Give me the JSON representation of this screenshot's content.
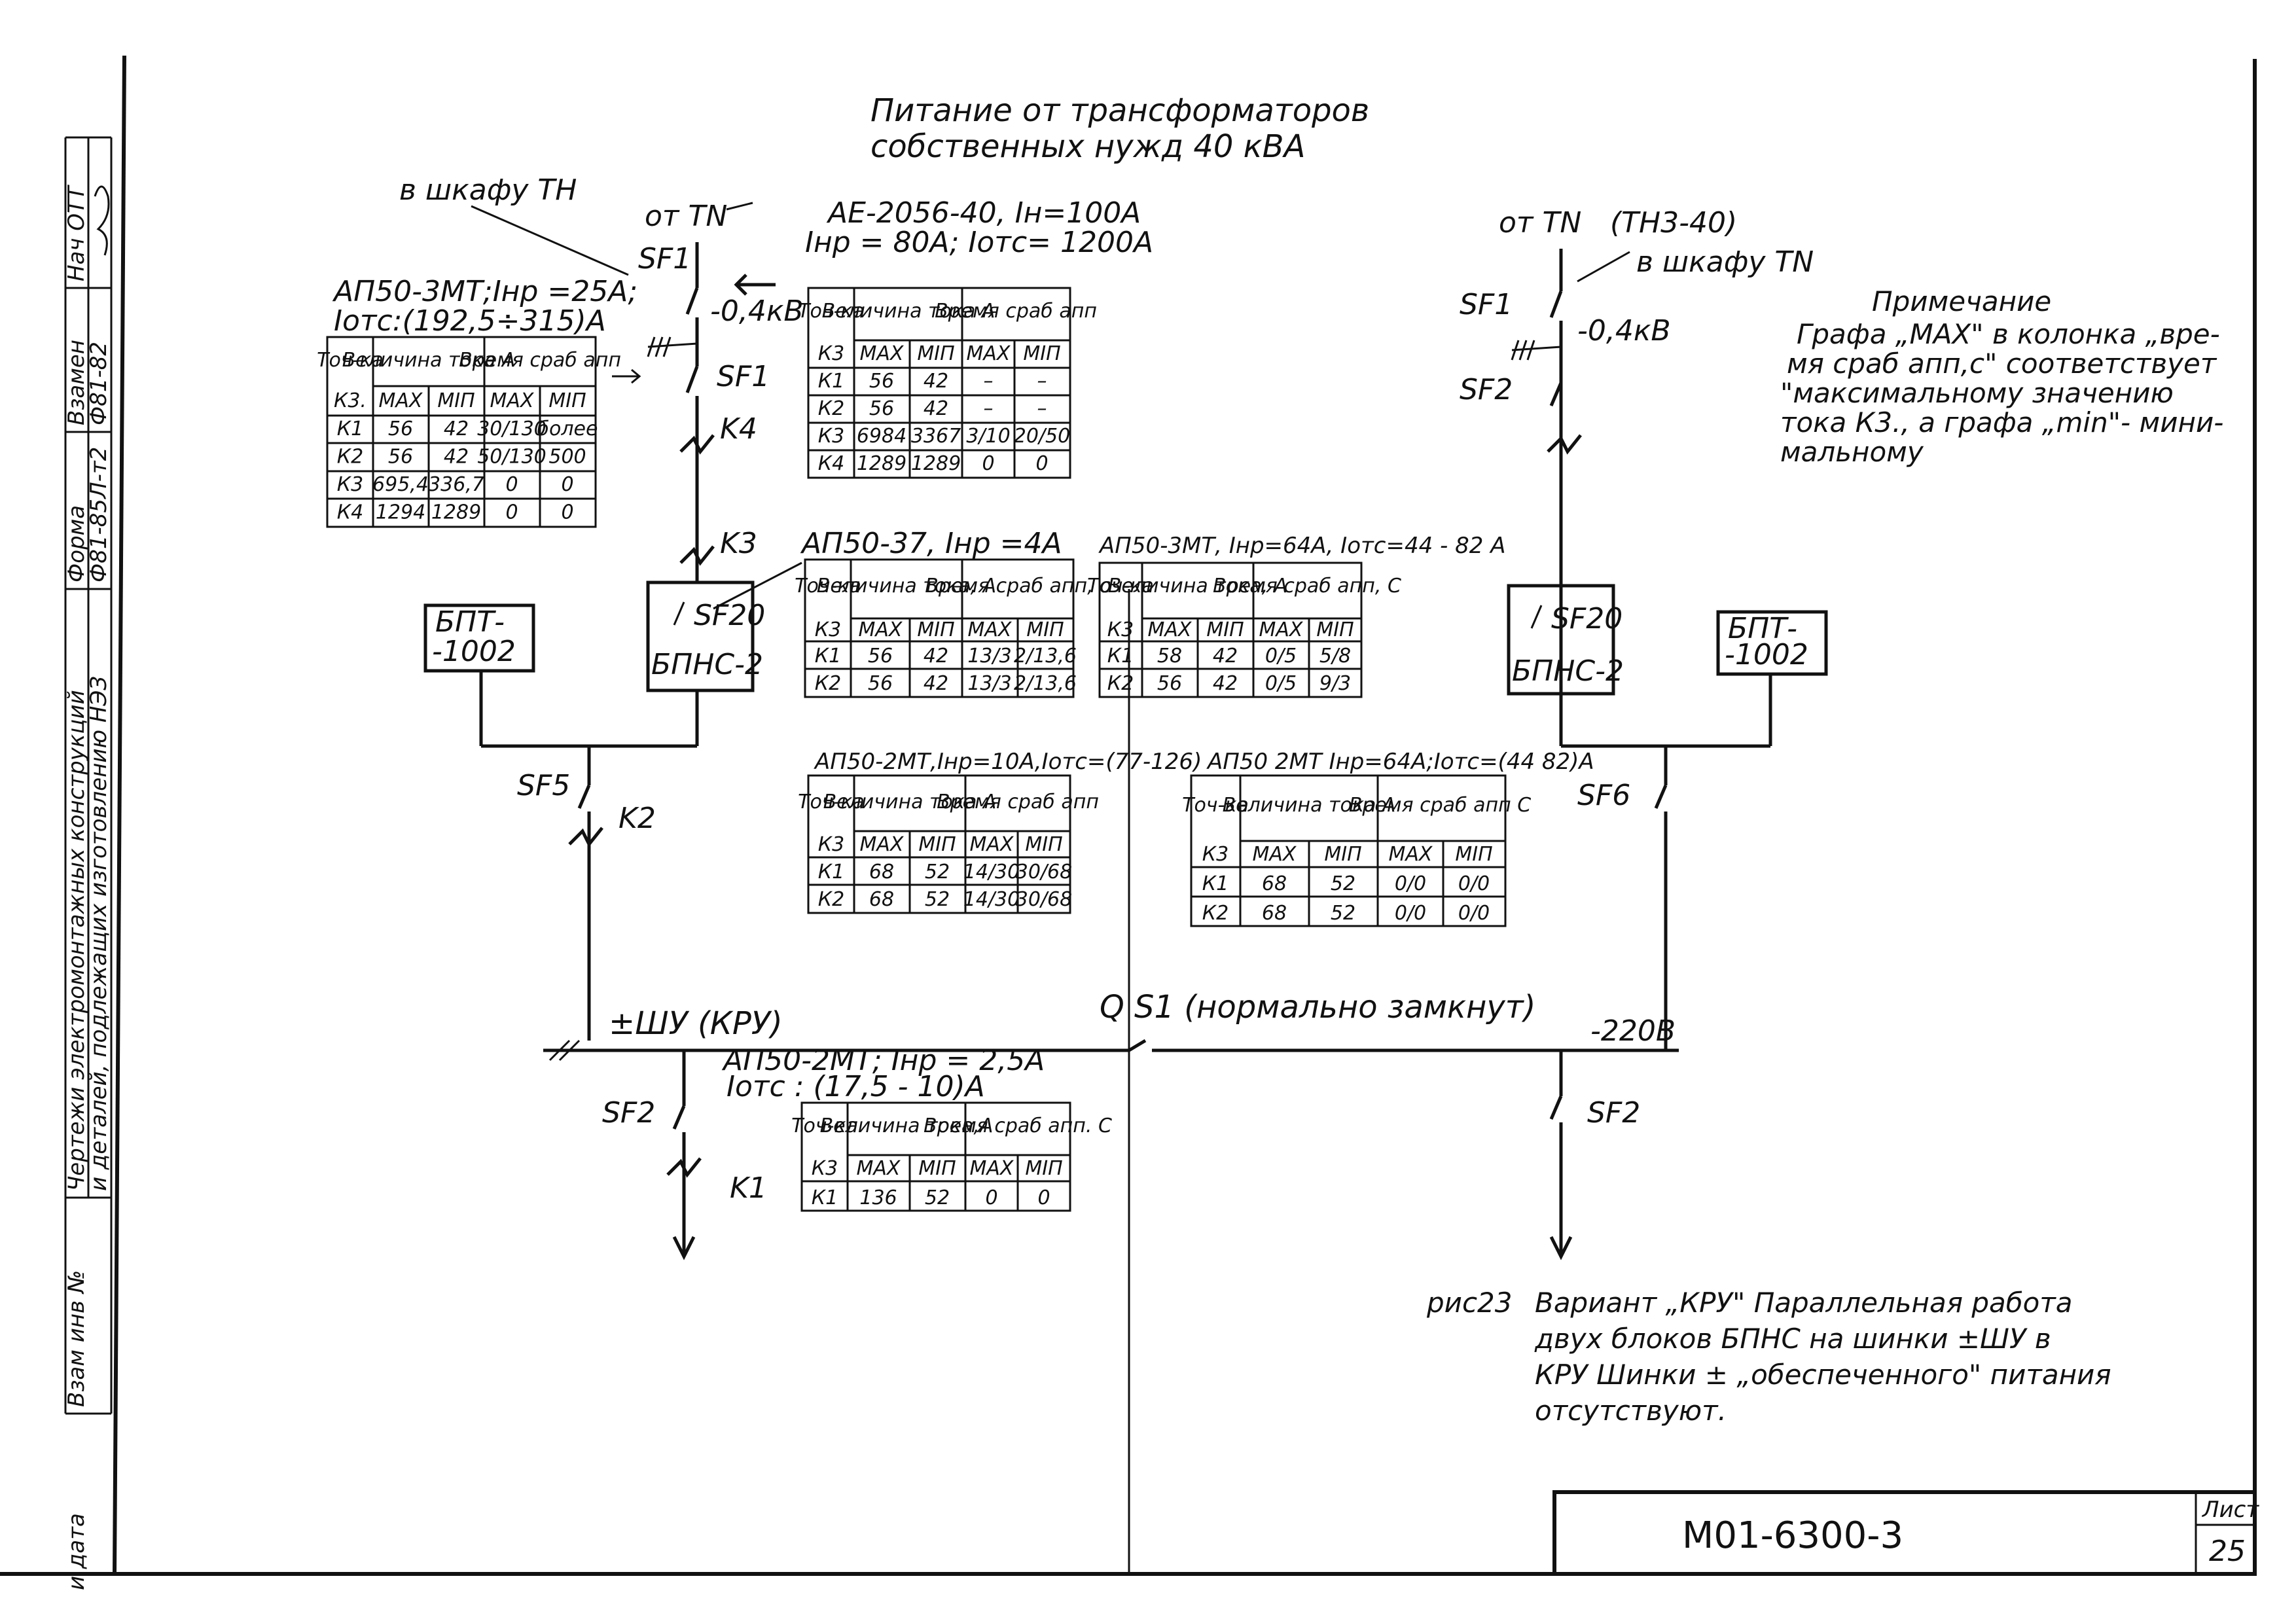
{
  "title": {
    "line1": "Питание  от трансформаторов",
    "line2": "собственных нужд 40 кВА"
  },
  "side_stamp": {
    "hov_ott": "Нач ОТТ",
    "vzamen_label": "Взамен",
    "vzamen_value": "Ф81-82",
    "forma_label": "Форма",
    "forma_value": "Ф81-85Л-т2",
    "desc1": "Чертежи электромонтажных конструкций",
    "desc2": "и деталей, подлежащих изготовлению НЭЗ",
    "vzam_inv": "Взам инв №",
    "podp_data": "и дата"
  },
  "left_branch": {
    "v_shkafu_label": "в шкафу ТН",
    "ot_tn": "от TN",
    "sf1_upper": "SF1",
    "voltage": "-0,4кВ",
    "sf1_lower": "SF1",
    "k4": "K4",
    "k3": "K3",
    "sf20": "SF20",
    "bpnc": "БПНС-2",
    "bpt": "БПТ-\n-1002",
    "bpt_line1": "БПТ-",
    "bpt_line2": "-1002",
    "sf5": "SF5",
    "k2": "K2",
    "sf2": "SF2",
    "k1": "K1"
  },
  "right_branch": {
    "ot_tn": "от TN",
    "th_label": "(ТН3-40)",
    "v_shkafu": "в шкафу TN",
    "sf1": "SF1",
    "voltage": "-0,4кВ",
    "sf2": "SF2",
    "sf20": "SF20",
    "bpnc": "БПНС-2",
    "bpt_line1": "БПТ-",
    "bpt_line2": "-1002",
    "sf6": "SF6",
    "bus": "-220В",
    "sf2_lower": "SF2"
  },
  "bus": {
    "left_label": "±ШУ (КРУ)",
    "qs_label": "Q S1 (нормально замкнут)"
  },
  "captions": {
    "ae": "АЕ-2056-40, Iн=100А",
    "ae2": "Iнр = 80А; Iотс= 1200А",
    "ap50_3mt_left": "АП50-3МТ;Iнр =25А;",
    "ap50_3mt_left2": "Iотс:(192,5÷315)А",
    "ap50_37": "АП50-37, Iнр =4А",
    "ap50_3mt_right": "АП50-3МТ, Iнр=64А, Iотс=44 - 82 А",
    "ap50_2mt_mid": "АП50-2МТ,Iнр=10А,Iотс=(77-126)",
    "ap50_2mt_right": "АП50 2МТ Iнр=64А;Iотс=(44 82)А",
    "ap50_2mt_bottom": "АП50-2МТ; Iнр = 2,5А",
    "ap50_2mt_bottom2": "Iотс : (17,5 - 10)А"
  },
  "tables": {
    "t1": {
      "h1": "Точ-ка",
      "h2": "Величина тока А",
      "h3": "Время сраб апп",
      "k3": "К3.",
      "max": "МАХ",
      "min": "МIП",
      "rows": [
        [
          "К1",
          "56",
          "42",
          "30/130",
          "более"
        ],
        [
          "К2",
          "56",
          "42",
          "50/130",
          "500"
        ],
        [
          "К3",
          "695,4",
          "336,7",
          "0",
          "0"
        ],
        [
          "К4",
          "1294",
          "1289",
          "0",
          "0"
        ]
      ]
    },
    "t2": {
      "h1": "Точ-ка",
      "h2": "Величина тока А",
      "h3": "Время сраб апп",
      "k3": "К3",
      "max": "МАХ",
      "min": "МIП",
      "rows": [
        [
          "К1",
          "56",
          "42",
          "–",
          "–"
        ],
        [
          "К2",
          "56",
          "42",
          "–",
          "–"
        ],
        [
          "К3",
          "6984",
          "3367",
          "3/10",
          "20/50"
        ],
        [
          "К4",
          "1289",
          "1289",
          "0",
          "0"
        ]
      ]
    },
    "t3": {
      "h1": "Точ-ка",
      "h2": "Величина тока, А",
      "h3": "Время сраб апп, с",
      "k3": "К3",
      "max": "МАХ",
      "min": "МIП",
      "rows": [
        [
          "К1",
          "56",
          "42",
          "13/3",
          "2/13,6"
        ],
        [
          "К2",
          "56",
          "42",
          "13/3",
          "2/13,6"
        ]
      ]
    },
    "t4": {
      "h1": "Точ-ка",
      "h2": "Величина тока, А",
      "h3": "Время сраб апп, С",
      "k3": "К3",
      "max": "МАХ",
      "min": "МIП",
      "rows": [
        [
          "К1",
          "58",
          "42",
          "0/5",
          "5/8"
        ],
        [
          "К2",
          "56",
          "42",
          "0/5",
          "9/3"
        ]
      ]
    },
    "t5": {
      "h1": "Точ-ка",
      "h2": "Величина тока А",
      "h3": "Время сраб апп",
      "k3": "К3",
      "max": "МАХ",
      "min": "МIП",
      "rows": [
        [
          "К1",
          "68",
          "52",
          "14/30",
          "30/68"
        ],
        [
          "К2",
          "68",
          "52",
          "14/30",
          "30/68"
        ]
      ]
    },
    "t6": {
      "h1": "Точ-ка",
      "h2": "Величина тока А",
      "h3": "Время сраб апп С",
      "k3": "К3",
      "max": "МАХ",
      "min": "МIП",
      "rows": [
        [
          "К1",
          "68",
          "52",
          "0/0",
          "0/0"
        ],
        [
          "К2",
          "68",
          "52",
          "0/0",
          "0/0"
        ]
      ]
    },
    "t7": {
      "h1": "Точ-ка",
      "h2": "Величина тока,А",
      "h3": "Время сраб апп. С",
      "k3": "К3",
      "max": "МАХ",
      "min": "МIП",
      "rows": [
        [
          "К1",
          "136",
          "52",
          "0",
          "0"
        ]
      ]
    }
  },
  "note": {
    "title": "Примечание",
    "l1": "Графа „МАХ\" в колонка „вре-",
    "l2": "мя сраб апп,с\" соответствует",
    "l3": "\"максимальному значению",
    "l4": "тока К3., а графа „min\"- мини-",
    "l5": "мальному"
  },
  "figure_caption": {
    "num": "рис23",
    "l1": "Вариант „КРУ\" Параллельная работа",
    "l2": "двух блоков БПНС на шинки ±ШУ в",
    "l3": "КРУ  Шинки ± „обеспеченного\" питания",
    "l4": "отсутствуют."
  },
  "title_block": {
    "code": "М01-6300-3",
    "sheet_label": "Лист",
    "sheet_no": "25"
  }
}
